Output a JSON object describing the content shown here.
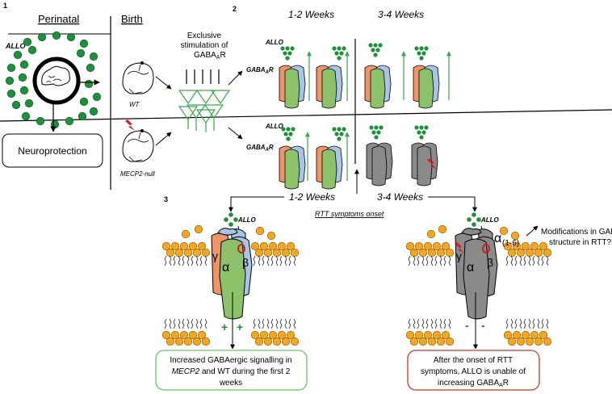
{
  "panels": {
    "panel1_number": "1",
    "panel2_number": "2",
    "panel3_number": "3"
  },
  "panel1": {
    "perinatal": "Perinatal",
    "birth": "Birth",
    "allo": "ALLO",
    "neuroprotection": "Neuroprotection",
    "exclusive_line1": "Exclusive",
    "exclusive_line2": "stimulation of",
    "exclusive_line3": "GABA",
    "exclusive_sub": "A",
    "exclusive_tail": "R",
    "wt": "WT",
    "mecp2_null": "MECP2-null"
  },
  "panel2": {
    "week12": "1-2 Weeks",
    "week34": "3-4 Weeks",
    "allo": "ALLO",
    "gaba": "GABA",
    "gaba_sub": "A",
    "gaba_tail": "R"
  },
  "panel3": {
    "week12": "1-2 Weeks",
    "week34": "3-4 Weeks",
    "rtt_onset": "RTT symptoms onset",
    "allo": "ALLO",
    "alpha": "α",
    "beta": "β",
    "gamma": "γ",
    "alpha_range": "(1-6)",
    "plus": "+",
    "minus": "-",
    "question_line1": "Modifications in GABA",
    "question_sub": "A",
    "question_tail": "R",
    "question_line2": "structure in RTT?",
    "left_box_line1": "Increased GABAergic signalling in",
    "left_box_line2a": "MECP2",
    "left_box_line2b": " and WT during the first 2",
    "left_box_line3": "weeks",
    "right_box_line1": "After the onset of RTT",
    "right_box_line2": "symptoms, ALLO is unable of",
    "right_box_line3": "increasing GABA",
    "right_box_sub": "A",
    "right_box_tail": "R"
  },
  "colors": {
    "allo_green": "#1e8f3a",
    "arrow_green": "#3aa64c",
    "receptor_orange": "#f0926a",
    "receptor_blue": "#a8c4e6",
    "receptor_green": "#8ec26a",
    "receptor_grey": "#8a8a8a",
    "lipid_yellow": "#f5a623",
    "lightning_red": "#cc1f1f",
    "box_green": "#6cc06c",
    "box_red": "#c0392b"
  }
}
